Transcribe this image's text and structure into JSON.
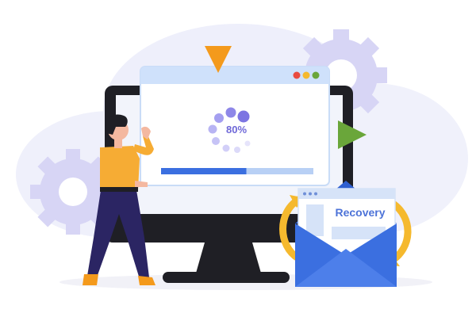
{
  "illustration": {
    "progress_text": "80%",
    "progress_fraction": 0.8,
    "card_label": "Recovery",
    "colors": {
      "accent_blue": "#3b6fe0",
      "accent_purple": "#8e87e8",
      "accent_yellow": "#f5b92e",
      "accent_green": "#6aa63a",
      "accent_orange": "#f49a1c",
      "monitor_dark": "#1f1f25",
      "screen_bg": "#f2f4fb",
      "person_shirt": "#f6ac34",
      "person_pants": "#2b2563"
    },
    "icons": {
      "loading": "loading-spinner-icon",
      "play": "play-icon",
      "down_arrow": "down-triangle-icon",
      "gear": "gear-icon",
      "refresh": "refresh-arrows-icon",
      "mail": "envelope-icon"
    }
  }
}
